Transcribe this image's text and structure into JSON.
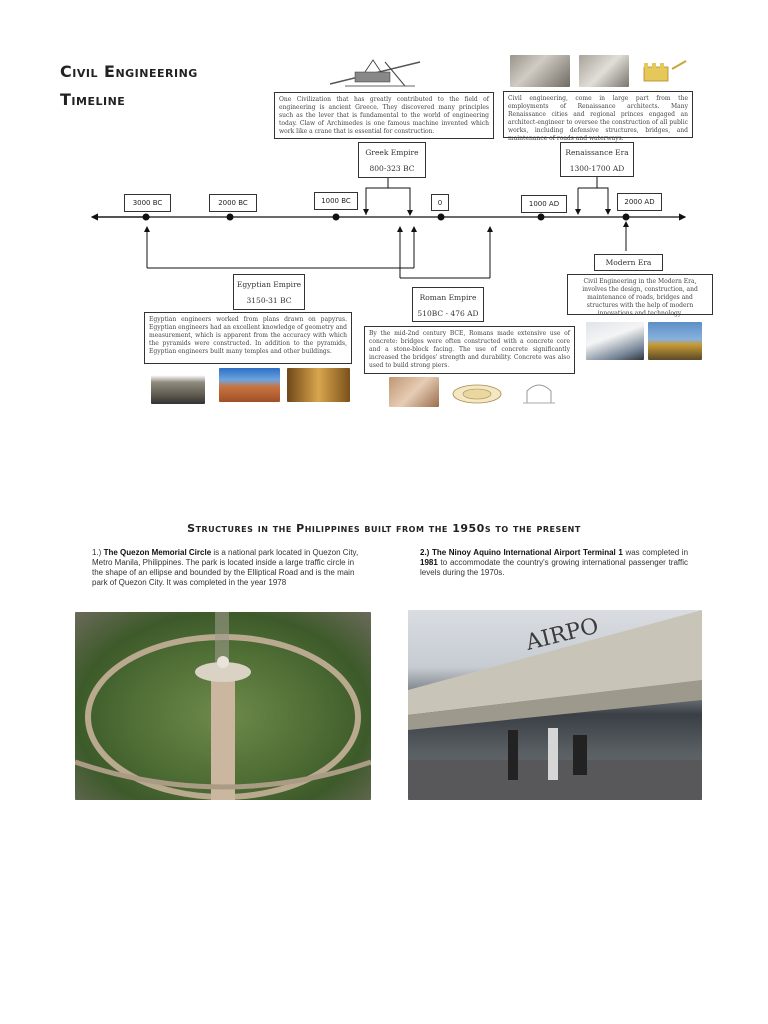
{
  "page": {
    "title_line1": "Civil Engineering",
    "title_line2": "Timeline"
  },
  "timeline": {
    "ticks": [
      "3000 BC",
      "2000 BC",
      "1000 BC",
      "0",
      "1000 AD",
      "2000 AD"
    ]
  },
  "eras": {
    "greek": {
      "name": "Greek Empire",
      "dates": "800-323 BC",
      "text": "One Civilization that has greatly contributed to the field of engineering is ancient Greece. They discovered many principles such as the lever that is fundamental to the world of engineering today. Claw of Archimedes is one famous machine invented which work like a crane that is essential for construction."
    },
    "renaissance": {
      "name": "Renaissance Era",
      "dates": "1300-1700 AD",
      "text": "Civil engineering, come in large part from the employments of Renaissance architects. Many Renaissance cities and regional princes engaged an architect-engineer to oversee the construction of all public works, including defensive structures, bridges, and maintenance of roads and waterways."
    },
    "egyptian": {
      "name": "Egyptian Empire",
      "dates": "3150-31 BC",
      "text": "Egyptian engineers worked from plans drawn on papyrus. Egyptian engineers had an excellent knowledge of geometry and measurement, which is apparent from the accuracy with which the pyramids were constructed. In addition to the pyramids, Egyptian engineers built many temples and other buildings."
    },
    "roman": {
      "name": "Roman Empire",
      "dates": "510BC - 476 AD",
      "text": "By the mid-2nd century BCE, Romans made extensive use of concrete: bridges were often constructed with a concrete core and a stone-block facing. The use of concrete significantly increased the bridges' strength and durability. Concrete was also used to build strong piers."
    },
    "modern": {
      "name": "Modern Era",
      "text": "Civil Engineering in the Modern Era, involves the design, construction, and maintenance of roads, bridges and structures with the help of modern innovations and technology."
    }
  },
  "philippines": {
    "heading": "Structures in the Philippines built from the 1950s to the present",
    "item1": {
      "num": "1.) ",
      "name": "The Quezon Memorial Circle",
      "rest": " is a national park located in Quezon City, Metro Manila, Philippines. The park is located inside a large traffic circle in the shape of an ellipse and bounded by the Elliptical Road and is the main park of Quezon City. It was completed in the year 1978"
    },
    "item2": {
      "num": "2.) ",
      "name": "The Ninoy Aquino International Airport Terminal 1",
      "mid": " was completed in ",
      "year": "1981",
      "rest": " to accommodate the country's growing international passenger traffic levels during the 1970s."
    },
    "airport_sign": "AIRPO"
  }
}
